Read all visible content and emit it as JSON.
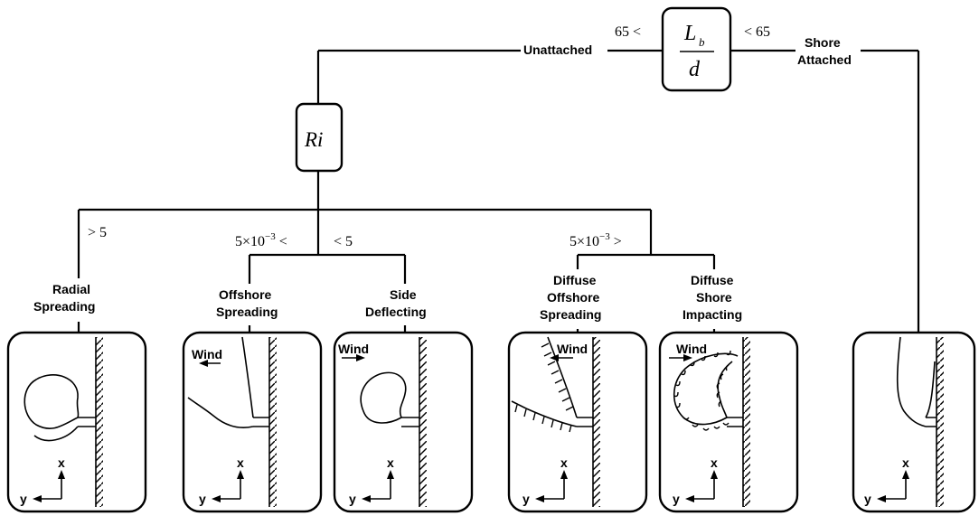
{
  "decision_lb_d": {
    "numerator": "L",
    "subscript": "b",
    "denominator": "d",
    "left_condition": "65 <",
    "right_condition": "< 65",
    "left_branch": "Unattached",
    "right_branch_line1": "Shore",
    "right_branch_line2": "Attached"
  },
  "decision_ri": {
    "label": "Ri",
    "cond_gt5": "> 5",
    "cond_mid_left": "5×10",
    "cond_mid_left_exp": "−3",
    "cond_mid_left_tail": "<",
    "cond_lt5": "< 5",
    "cond_right": "5×10",
    "cond_right_exp": "−3",
    "cond_right_tail": ">"
  },
  "regimes": [
    {
      "line1": "Radial",
      "line2": "Spreading",
      "line3": ""
    },
    {
      "line1": "Offshore",
      "line2": "Spreading",
      "line3": ""
    },
    {
      "line1": "Side",
      "line2": "Deflecting",
      "line3": ""
    },
    {
      "line1": "Diffuse",
      "line2": "Offshore",
      "line3": "Spreading"
    },
    {
      "line1": "Diffuse",
      "line2": "Shore",
      "line3": "Impacting"
    }
  ],
  "panel_labels": {
    "wind": "Wind",
    "x_axis": "x",
    "y_axis": "y"
  }
}
